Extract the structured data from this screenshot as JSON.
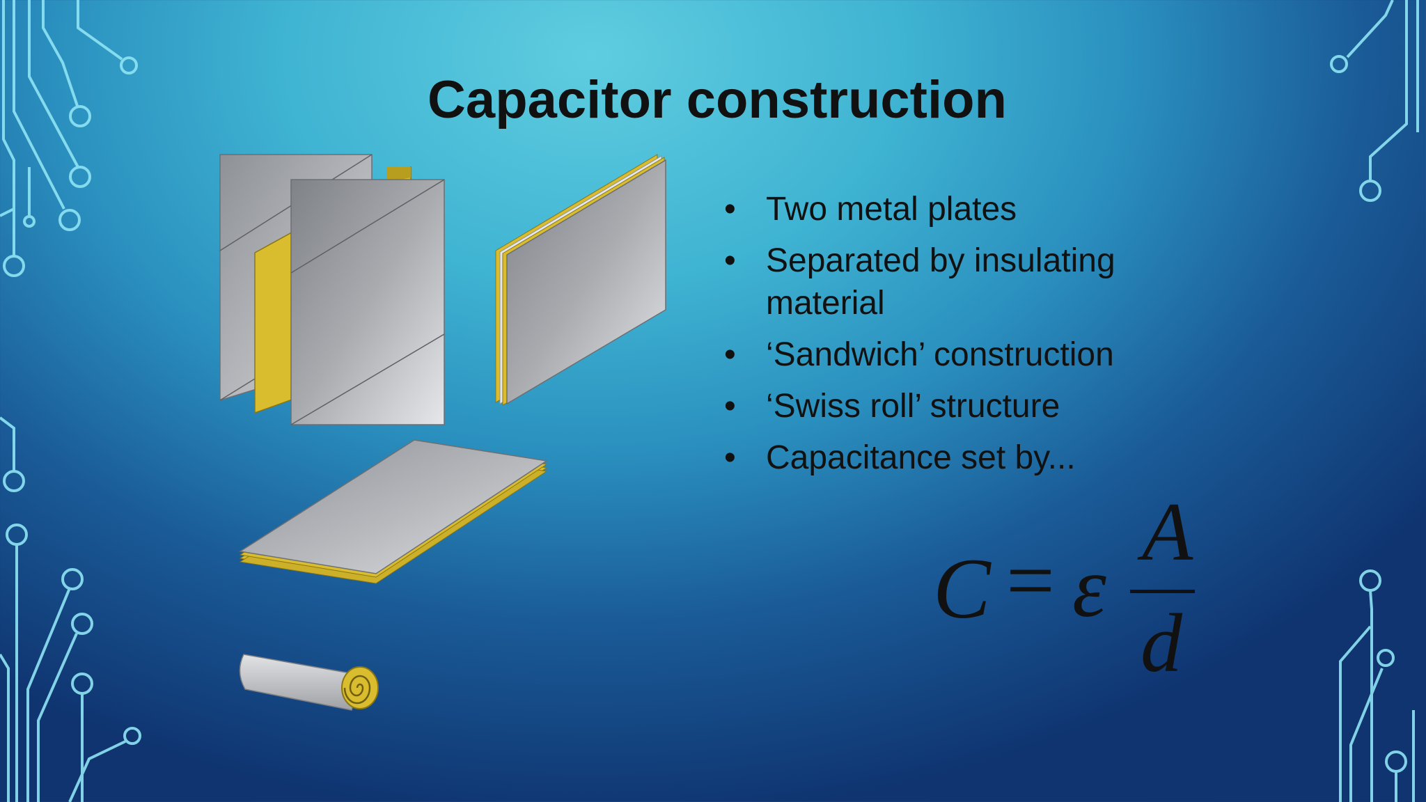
{
  "slide": {
    "title": "Capacitor construction",
    "bullets": [
      "Two metal plates",
      "Separated by insulating material",
      "‘Sandwich’ construction",
      "‘Swiss roll’ structure",
      "Capacitance set by..."
    ],
    "formula": {
      "lhs": "C",
      "equals": "=",
      "permittivity": "ε",
      "numerator": "A",
      "denominator": "d"
    }
  },
  "colors": {
    "background_light": "#5fcde0",
    "background_dark": "#0f3470",
    "circuit_lines": "#8fe4f4",
    "plate_grey": "#b5b7bb",
    "dielectric_yellow": "#d9bd2f",
    "text": "#111111"
  },
  "illustration": {
    "parts": [
      "exploded-plates",
      "single-sandwich-plate",
      "flat-sandwich-plate",
      "swiss-roll"
    ]
  }
}
